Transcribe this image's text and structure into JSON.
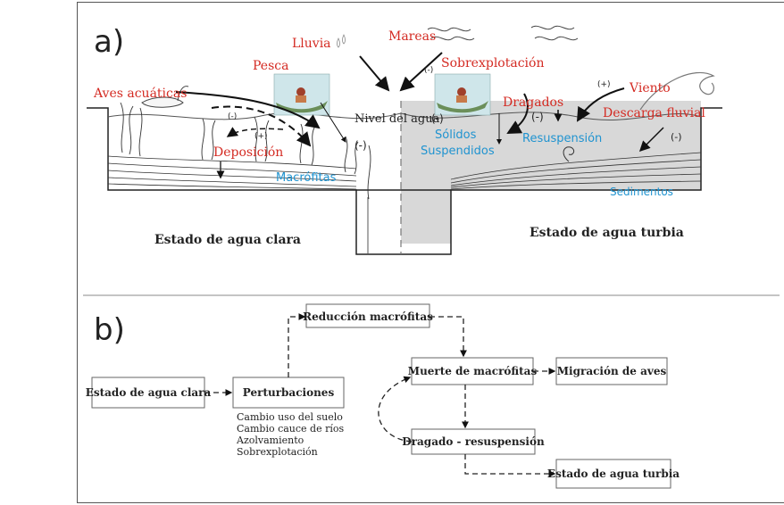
{
  "panel_a": {
    "label": "a)",
    "labels": {
      "lluvia": "Lluvia",
      "mareas": "Mareas",
      "pesca": "Pesca",
      "sobreexplotacion": "Sobrexplotación",
      "aves": "Aves acuáticas",
      "nivel": "Nivel del agua",
      "dragados": "Dragados",
      "viento": "Viento",
      "descarga": "Descarga fluvial",
      "deposicion": "Deposición",
      "macrofitas": "Macrófitas",
      "solidos_1": "Sólidos",
      "solidos_2": "Suspendidos",
      "resuspension": "Resuspensión",
      "sedimentos": "Sedimentos",
      "clear_state": "Estado de agua clara",
      "turbid_state": "Estado de agua turbia"
    },
    "signs": {
      "mareas": "(-)",
      "aves": "(-)",
      "plus_left": "(+)",
      "macro": "(-)",
      "solidos": "(-)",
      "dragados": "(-)",
      "viento": "(+)",
      "descarga": "(-)"
    }
  },
  "panel_b": {
    "label": "b)",
    "boxes": {
      "clear": "Estado de agua clara",
      "perturbaciones": "Perturbaciones",
      "reduccion": "Reducción macrófitas",
      "muerte": "Muerte de macrófitas",
      "migracion": "Migración de aves",
      "dragado": "Dragado - resuspensión",
      "turbid": "Estado de agua turbia"
    },
    "perturbation_list": [
      "Cambio uso del suelo",
      "Cambio cauce de ríos",
      "Azolvamiento",
      "Sobrexplotación"
    ]
  },
  "colors": {
    "label_red": "#d42b23",
    "label_blue": "#1f93d0",
    "turbid_water": "#d8d8d8"
  }
}
